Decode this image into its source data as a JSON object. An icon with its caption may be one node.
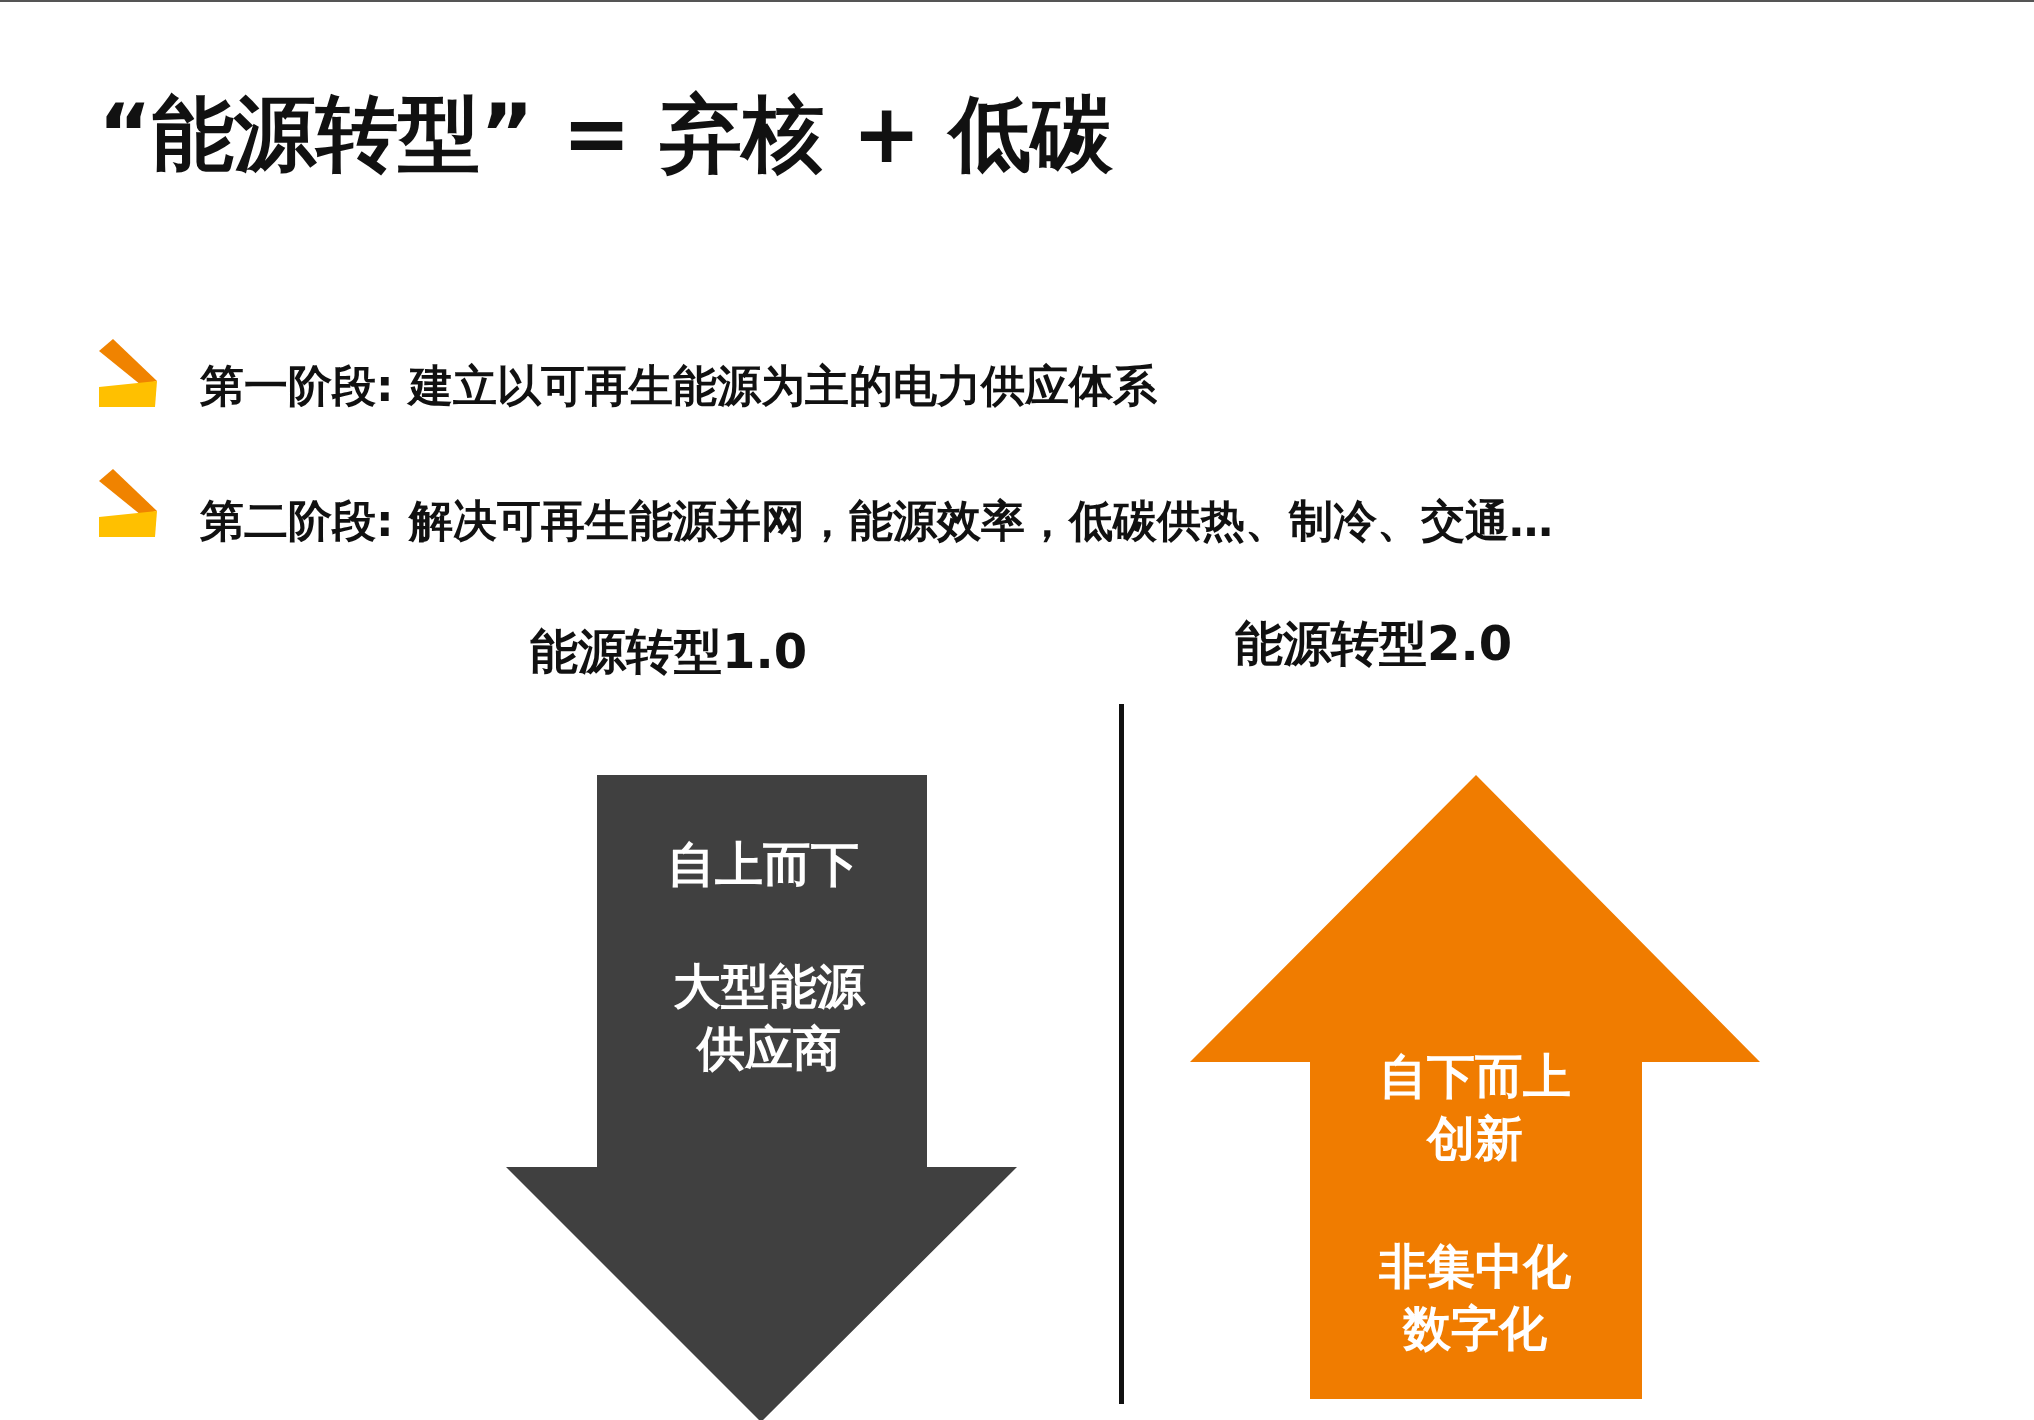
{
  "diagram": {
    "title": "“能源转型” = 弃核 + 低碳",
    "nodes": [
      {
        "text": [
          "自上而下",
          "大型能源供应商"
        ]
      },
      {
        "text": [
          "自下而上创新",
          "非集中化数字化"
        ]
      }
    ],
    "labels": [
      "第一阶段: 建立以可再生能源为主的电力供应体系",
      "第二阶段: 解决可再生能源并网，能源效率，低碳供热、制冷、交通…",
      "能源转型1.0",
      "能源转型2.0"
    ]
  }
}
